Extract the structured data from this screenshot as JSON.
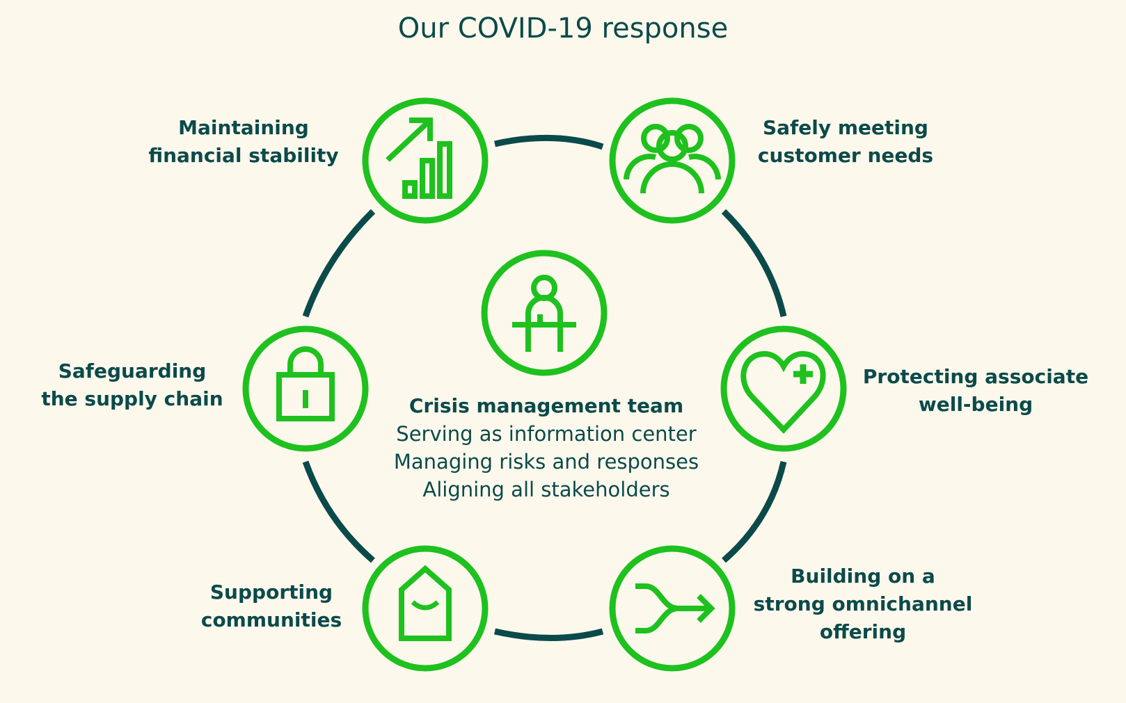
{
  "title": "Our COVID-19 response",
  "colors": {
    "green": "#1ec11e",
    "teal": "#0b4a4a",
    "background": "#fdf8ec"
  },
  "center": {
    "icon": "person-at-desk-icon",
    "heading": "Crisis management team",
    "lines": [
      "Serving as information center",
      "Managing risks and responses",
      "Aligning all stakeholders"
    ]
  },
  "nodes": [
    {
      "id": "financial",
      "icon": "growth-chart-icon",
      "label": [
        "Maintaining",
        "financial stability"
      ]
    },
    {
      "id": "customer",
      "icon": "people-group-icon",
      "label": [
        "Safely meeting",
        "customer needs"
      ]
    },
    {
      "id": "associate",
      "icon": "heart-plus-icon",
      "label": [
        "Protecting associate",
        "well-being"
      ]
    },
    {
      "id": "omnichannel",
      "icon": "merge-arrow-icon",
      "label": [
        "Building on a",
        "strong omnichannel",
        "offering"
      ]
    },
    {
      "id": "communities",
      "icon": "smiling-house-icon",
      "label": [
        "Supporting",
        "communities"
      ]
    },
    {
      "id": "supply",
      "icon": "padlock-icon",
      "label": [
        "Safeguarding",
        "the supply chain"
      ]
    }
  ]
}
